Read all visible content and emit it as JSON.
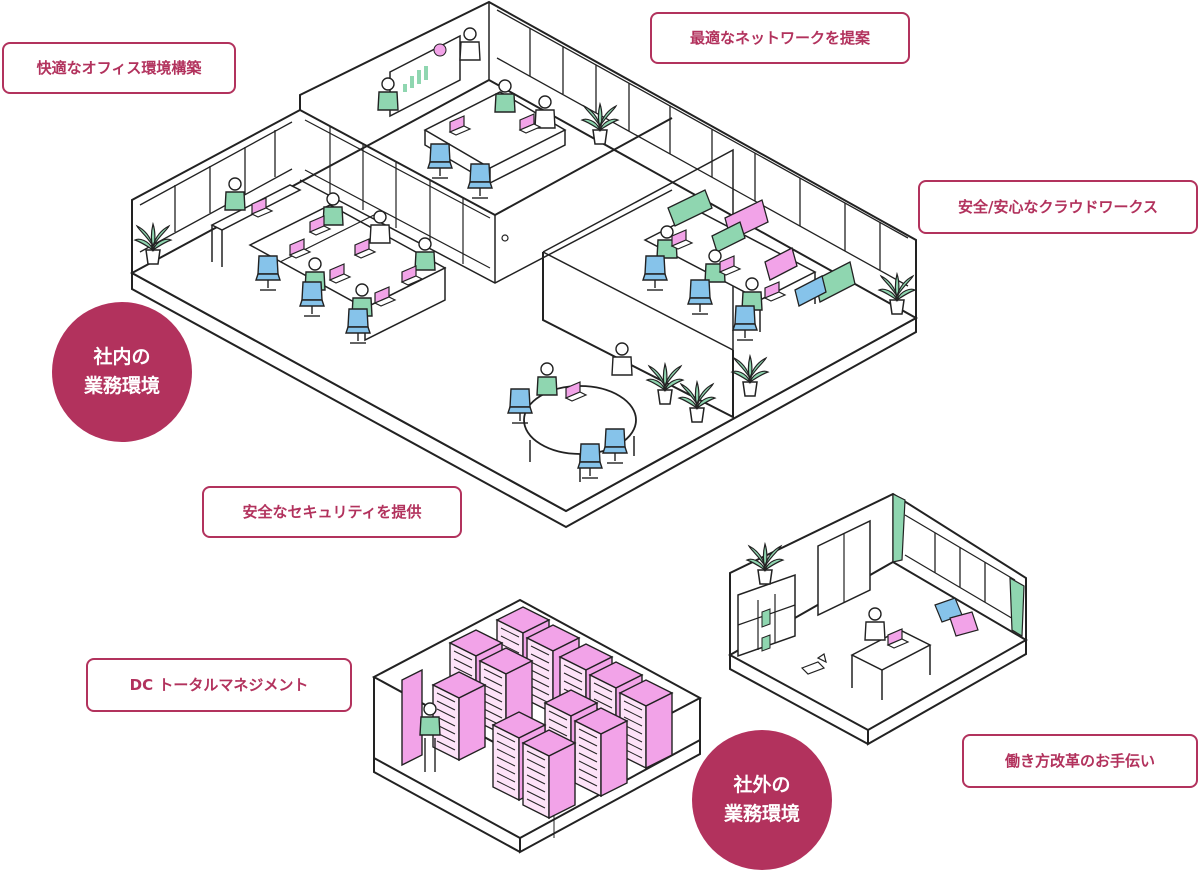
{
  "colors": {
    "accent": "#b2325d",
    "line": "#222222",
    "blue": "#86c3ea",
    "green": "#8fd6b0",
    "pink": "#f2a3e8"
  },
  "callouts": {
    "office": "快適なオフィス環境構築",
    "network": "最適なネットワークを提案",
    "cloud": "安全/安心なクラウドワークス",
    "security": "安全なセキュリティを提供",
    "dc": "DC トータルマネジメント",
    "workstyle": "働き方改革のお手伝い"
  },
  "circles": {
    "internal": {
      "line1": "社内の",
      "line2": "業務環境"
    },
    "external": {
      "line1": "社外の",
      "line2": "業務環境"
    }
  }
}
